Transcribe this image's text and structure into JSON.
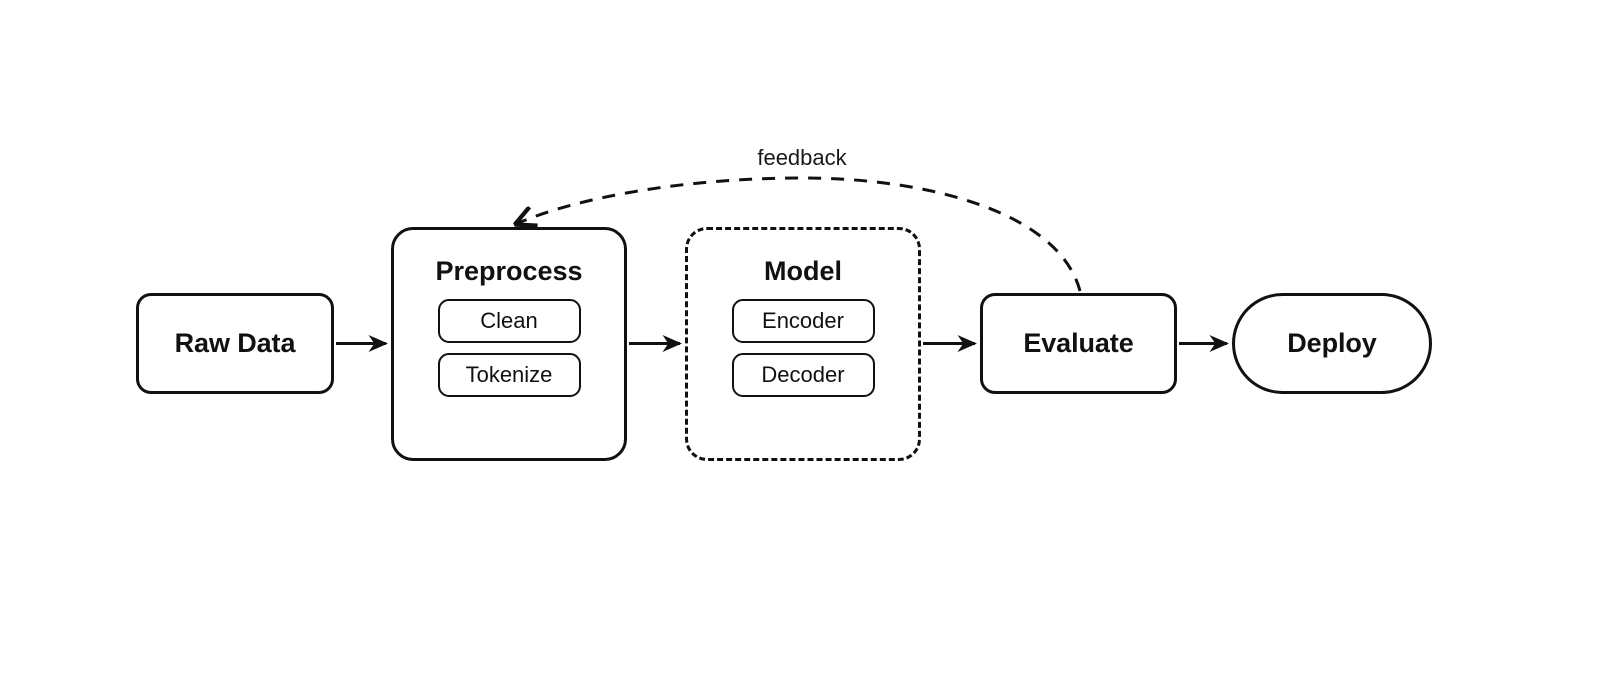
{
  "diagram": {
    "background_color": "#ffffff",
    "stroke_color": "#111111",
    "nodes": [
      {
        "id": "raw-data",
        "label": "Raw Data",
        "shape": "rounded-rect",
        "border_style": "solid"
      },
      {
        "id": "preprocess",
        "label": "Preprocess",
        "shape": "rounded-rect",
        "border_style": "solid",
        "children": [
          {
            "id": "clean",
            "label": "Clean"
          },
          {
            "id": "tokenize",
            "label": "Tokenize"
          }
        ]
      },
      {
        "id": "model",
        "label": "Model",
        "shape": "rounded-rect",
        "border_style": "dashed",
        "children": [
          {
            "id": "encoder",
            "label": "Encoder"
          },
          {
            "id": "decoder",
            "label": "Decoder"
          }
        ]
      },
      {
        "id": "evaluate",
        "label": "Evaluate",
        "shape": "rounded-rect",
        "border_style": "solid"
      },
      {
        "id": "deploy",
        "label": "Deploy",
        "shape": "stadium",
        "border_style": "solid"
      }
    ],
    "edges": [
      {
        "id": "e1",
        "from": "raw-data",
        "to": "preprocess",
        "label": "",
        "style": "solid",
        "arrow": true
      },
      {
        "id": "e2",
        "from": "preprocess",
        "to": "model",
        "label": "",
        "style": "solid",
        "arrow": true
      },
      {
        "id": "e3",
        "from": "model",
        "to": "evaluate",
        "label": "",
        "style": "solid",
        "arrow": true
      },
      {
        "id": "e4",
        "from": "evaluate",
        "to": "deploy",
        "label": "",
        "style": "solid",
        "arrow": true
      },
      {
        "id": "e5",
        "from": "evaluate",
        "to": "preprocess",
        "label": "feedback",
        "style": "dashed",
        "arrow": true
      }
    ]
  }
}
